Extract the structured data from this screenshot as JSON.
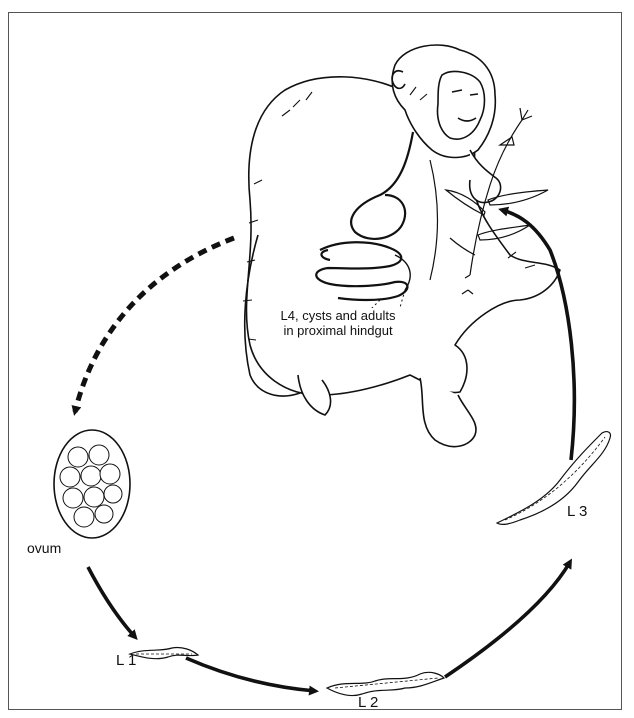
{
  "diagram": {
    "labels": {
      "ovum": "ovum",
      "l1": "L 1",
      "l2": "L 2",
      "l3": "L 3"
    },
    "host_note": {
      "line1": "L4, cysts and adults",
      "line2": "in proximal hindgut"
    }
  },
  "colors": {
    "ink": "#111111",
    "background": "#ffffff"
  }
}
